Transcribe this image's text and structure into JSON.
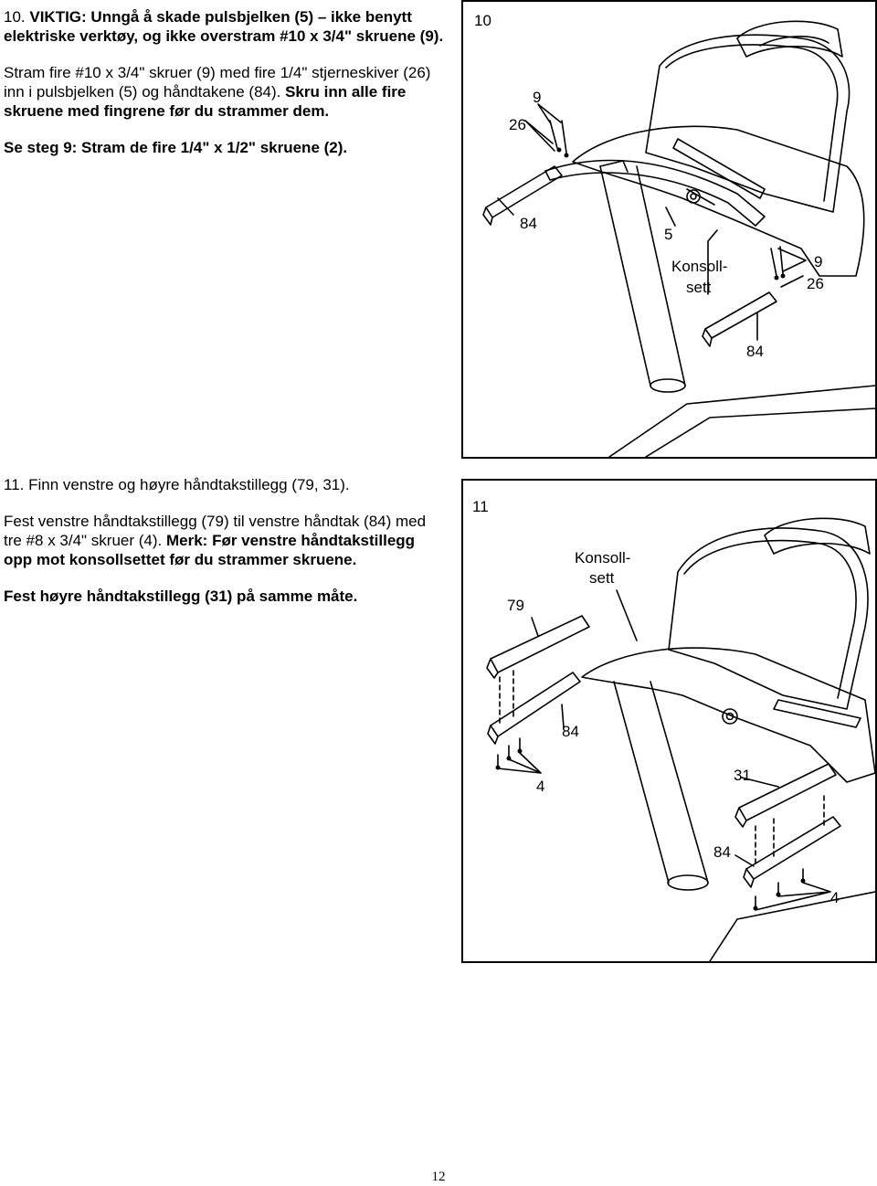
{
  "step10": {
    "heading_num": "10. ",
    "heading_bold": "VIKTIG: Unngå å skade pulsbjelken (5) – ikke benytt elektriske verktøy, og ikke overstram #10 x 3/4\" skruene (9).",
    "para1_normal": "Stram fire #10 x 3/4\" skruer (9) med fire 1/4\" stjerneskiver (26) inn i pulsbjelken (5) og håndtakene (84). ",
    "para1_bold": "Skru inn alle fire skruene med fingrene før du strammer dem.",
    "para2_bold": "Se steg 9: Stram de fire 1/4\" x 1/2\" skruene (2)."
  },
  "step11": {
    "heading": "11. Finn venstre og høyre håndtakstillegg (79, 31).",
    "para1_normal": "Fest venstre håndtakstillegg (79) til venstre håndtak (84) med tre #8 x 3/4\" skruer (4). ",
    "para1_bold": "Merk: Før venstre håndtakstillegg opp mot konsollsettet før du strammer skruene.",
    "para2_bold": "Fest høyre håndtakstillegg (31) på samme måte."
  },
  "figure10": {
    "number": "10",
    "labels": {
      "screw_top": "9",
      "washer_top": "26",
      "handle_left": "84",
      "pulse_bar": "5",
      "console_line1": "Konsoll-",
      "console_line2": "sett",
      "screw_right": "9",
      "washer_right": "26",
      "handle_right": "84"
    }
  },
  "figure11": {
    "number": "11",
    "labels": {
      "console_line1": "Konsoll-",
      "console_line2": "sett",
      "left_addon": "79",
      "handle_left": "84",
      "screws_left": "4",
      "right_addon": "31",
      "handle_right": "84",
      "screws_right": "4"
    }
  },
  "page_number": "12"
}
